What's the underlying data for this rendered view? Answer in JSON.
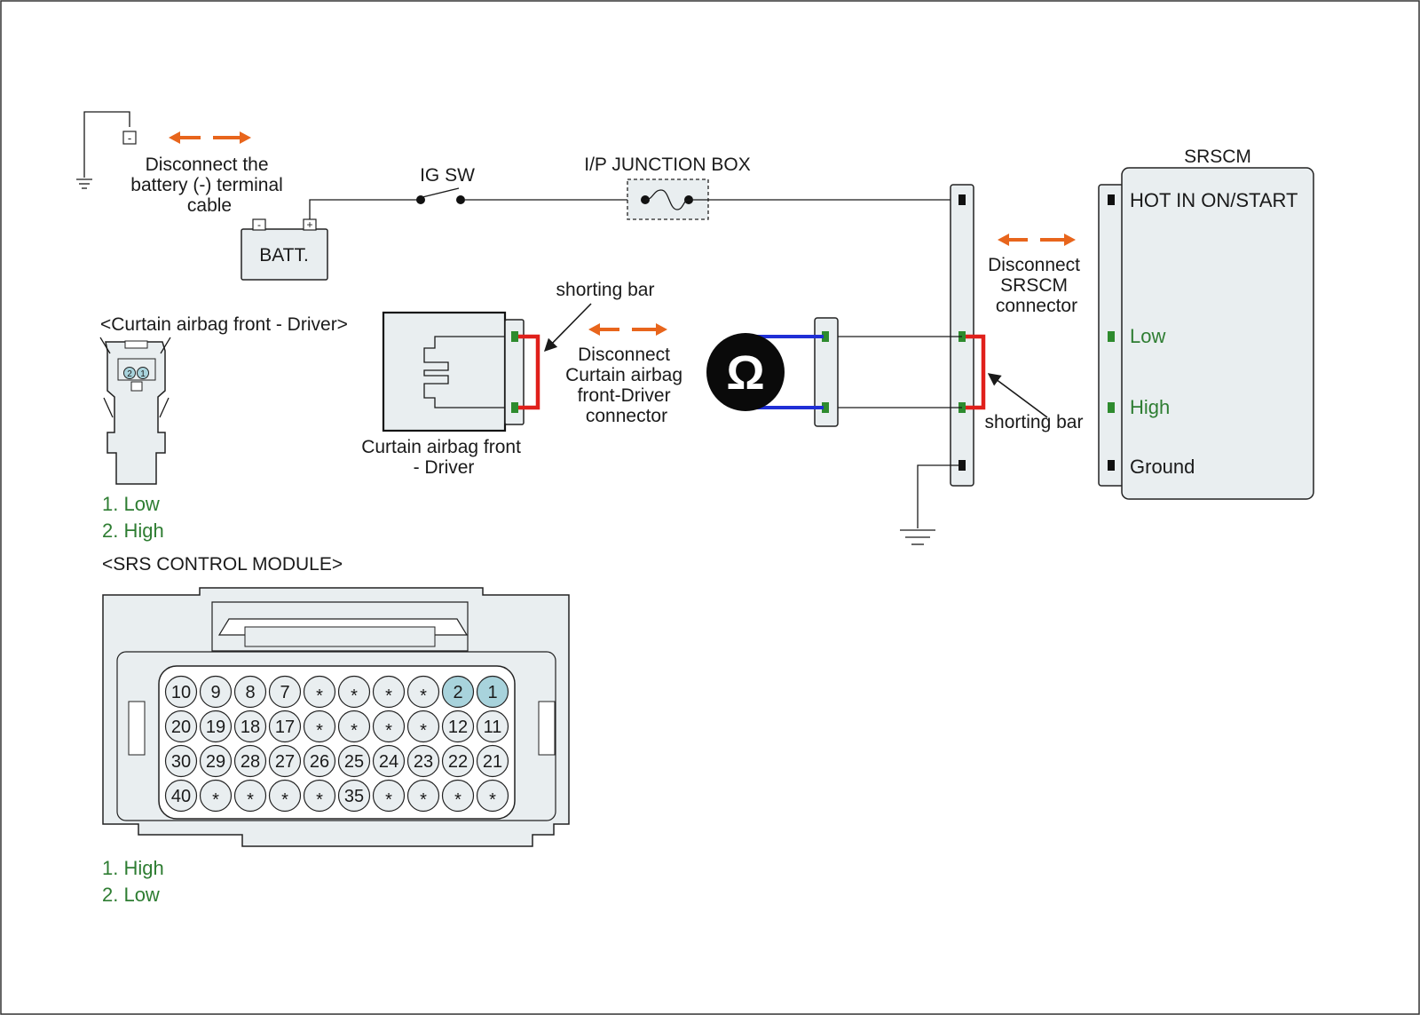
{
  "battery_note": [
    "Disconnect the",
    "battery (-) terminal",
    "cable"
  ],
  "battery": {
    "label": "BATT.",
    "minus": "-",
    "plus": "+"
  },
  "ground_terminal_symbol": "-",
  "ig_switch_label": "IG SW",
  "junction_box_label": "I/P JUNCTION BOX",
  "srscm": {
    "title": "SRSCM",
    "pins": [
      "HOT IN ON/START",
      "Low",
      "High",
      "Ground"
    ]
  },
  "disconnect_srscm": [
    "Disconnect",
    "SRSCM",
    "connector"
  ],
  "shorting_bar_top": "shorting bar",
  "shorting_bar_right": "shorting bar",
  "disconnect_curtain": [
    "Disconnect",
    "Curtain airbag",
    "front-Driver",
    "connector"
  ],
  "curtain_component_label": [
    "Curtain airbag front",
    "- Driver"
  ],
  "curtain_connector": {
    "title": "<Curtain airbag front - Driver>",
    "pin_numbers": [
      "2",
      "1"
    ],
    "legend": [
      "1. Low",
      "2. High"
    ]
  },
  "ohmmeter_symbol": "Ω",
  "srs_module": {
    "title": "<SRS CONTROL MODULE>",
    "rows": [
      [
        "10",
        "9",
        "8",
        "7",
        "*",
        "*",
        "*",
        "*",
        "2",
        "1"
      ],
      [
        "20",
        "19",
        "18",
        "17",
        "*",
        "*",
        "*",
        "*",
        "12",
        "11"
      ],
      [
        "30",
        "29",
        "28",
        "27",
        "26",
        "25",
        "24",
        "23",
        "22",
        "21"
      ],
      [
        "40",
        "*",
        "*",
        "*",
        "*",
        "35",
        "*",
        "*",
        "*",
        "*"
      ]
    ],
    "highlighted_pins": [
      "1",
      "2"
    ],
    "legend": [
      "1. High",
      "2. Low"
    ]
  },
  "colors": {
    "accent_arrow": "#e8651c",
    "shorting_bar": "#e0201b",
    "meter_lead": "#1f2fd6",
    "terminal_green": "#2e8b2e",
    "highlight_pin": "#a8d3dc"
  }
}
